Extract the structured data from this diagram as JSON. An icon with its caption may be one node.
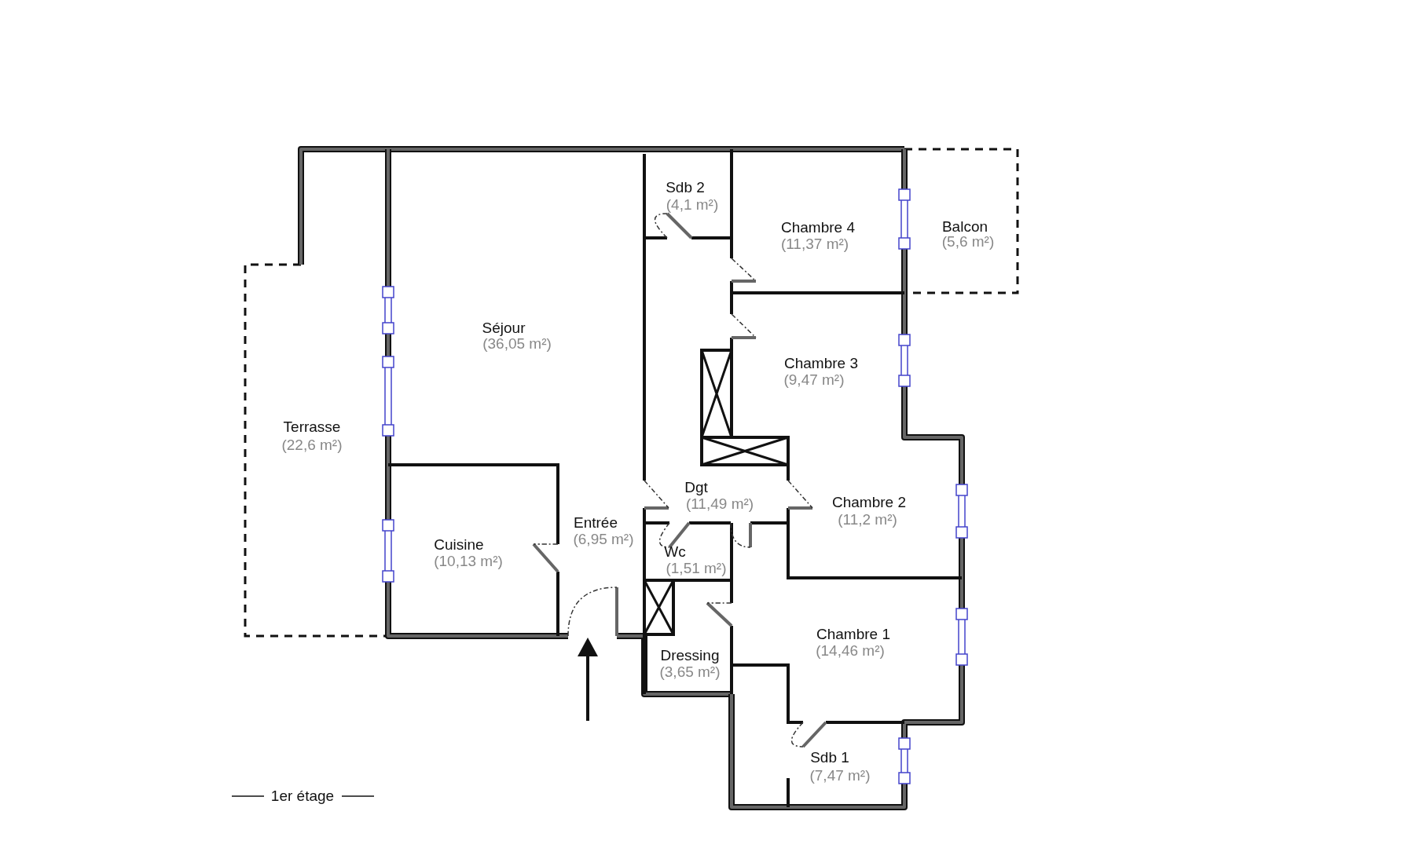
{
  "diagram": {
    "caption": "1er étage",
    "labels": [
      "Sdb 2",
      "(4,1 m²)",
      "Chambre 4",
      "(11,37 m²)",
      "Balcon",
      "(5,6 m²)",
      "Séjour",
      "(36,05 m²)",
      "Chambre 3",
      "(9,47 m²)",
      "Terrasse",
      "(22,6 m²)",
      "Dgt",
      "(11,49 m²)",
      "Chambre 2",
      "(11,2 m²)",
      "Entrée",
      "(6,95 m²)",
      "Cuisine",
      "(10,13 m²)",
      "Wc",
      "(1,51 m²)",
      "Chambre 1",
      "(14,46 m²)",
      "Dressing",
      "(3,65 m²)",
      "Sdb 1",
      "(7,47 m²)"
    ]
  }
}
